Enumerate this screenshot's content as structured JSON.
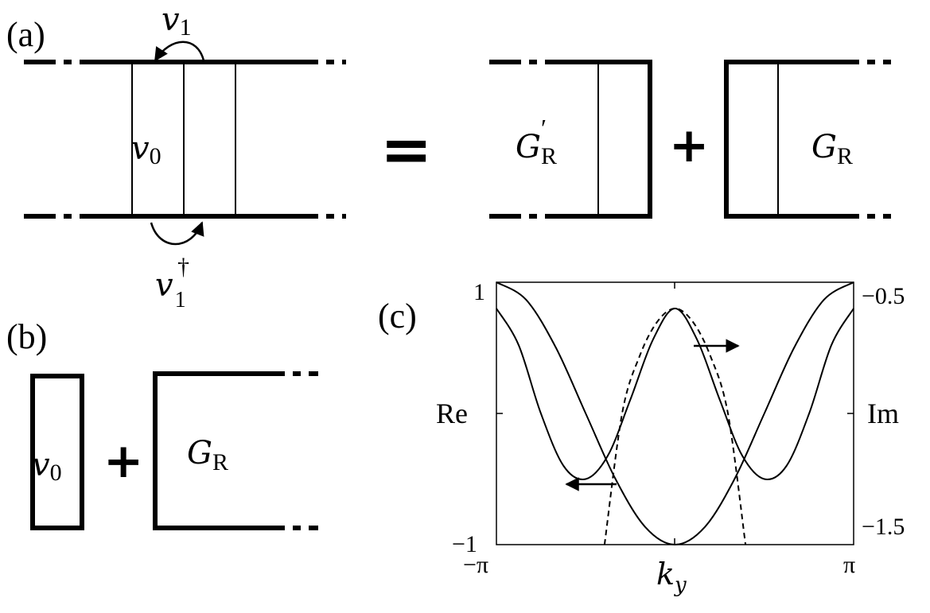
{
  "panels": {
    "a": {
      "label": "(a)",
      "v1": "v",
      "v1_sub": "1",
      "v0": "v",
      "v0_sub": "0",
      "v1dag": "v",
      "v1dag_sub": "1",
      "dagger": "†",
      "equals": "=",
      "plus": "+",
      "g_prime": "G",
      "g_prime_sub": "R",
      "g_prime_mark": "′",
      "g": "G",
      "g_sub": "R"
    },
    "b": {
      "label": "(b)",
      "v0": "v",
      "v0_sub": "0",
      "plus": "+",
      "g": "G",
      "g_sub": "R"
    },
    "c": {
      "label": "(c)"
    }
  },
  "chart_data": {
    "type": "line",
    "x_range": [
      -3.14159,
      3.14159
    ],
    "xticks": [
      "−π",
      "π"
    ],
    "xlabel": "k",
    "xlabel_sub": "y",
    "left_axis": {
      "label": "Re",
      "ticks": [
        "1",
        "−1"
      ],
      "range": [
        -1,
        1
      ]
    },
    "right_axis": {
      "label": "Im",
      "ticks": [
        "−0.5",
        "−1.5"
      ],
      "range": [
        -1.5,
        -0.5
      ]
    },
    "series": [
      {
        "style": "solid",
        "axis": "left",
        "x": [
          -3.14159,
          -2.618,
          -2.094,
          -1.571,
          -1.047,
          -0.524,
          0,
          0.524,
          1.047,
          1.571,
          2.094,
          2.618,
          3.14159
        ],
        "y": [
          1.0,
          0.866,
          0.5,
          0.0,
          -0.5,
          -0.866,
          -1.0,
          -0.866,
          -0.5,
          0.0,
          0.5,
          0.866,
          1.0
        ]
      },
      {
        "style": "solid",
        "axis": "right",
        "x": [
          -3.14159,
          -2.75,
          -2.36,
          -1.96,
          -1.57,
          -1.18,
          -0.79,
          -0.39,
          0,
          0.39,
          0.79,
          1.18,
          1.57,
          1.96,
          2.36,
          2.75,
          3.14159
        ],
        "y": [
          -0.6,
          -0.74,
          -1.0,
          -1.2,
          -1.25,
          -1.16,
          -0.95,
          -0.72,
          -0.6,
          -0.72,
          -0.95,
          -1.16,
          -1.25,
          -1.2,
          -1.0,
          -0.74,
          -0.6
        ]
      },
      {
        "style": "dashed",
        "axis": "right",
        "x": [
          -1.24,
          -0.93,
          -0.62,
          -0.31,
          0,
          0.31,
          0.62,
          0.93,
          1.24
        ],
        "y": [
          -1.5,
          -1.0,
          -0.78,
          -0.65,
          -0.6,
          -0.65,
          -0.78,
          -1.0,
          -1.5
        ]
      }
    ],
    "annotations": [
      "arrow-left-to-Re-axis",
      "arrow-right-to-Im-axis"
    ]
  }
}
